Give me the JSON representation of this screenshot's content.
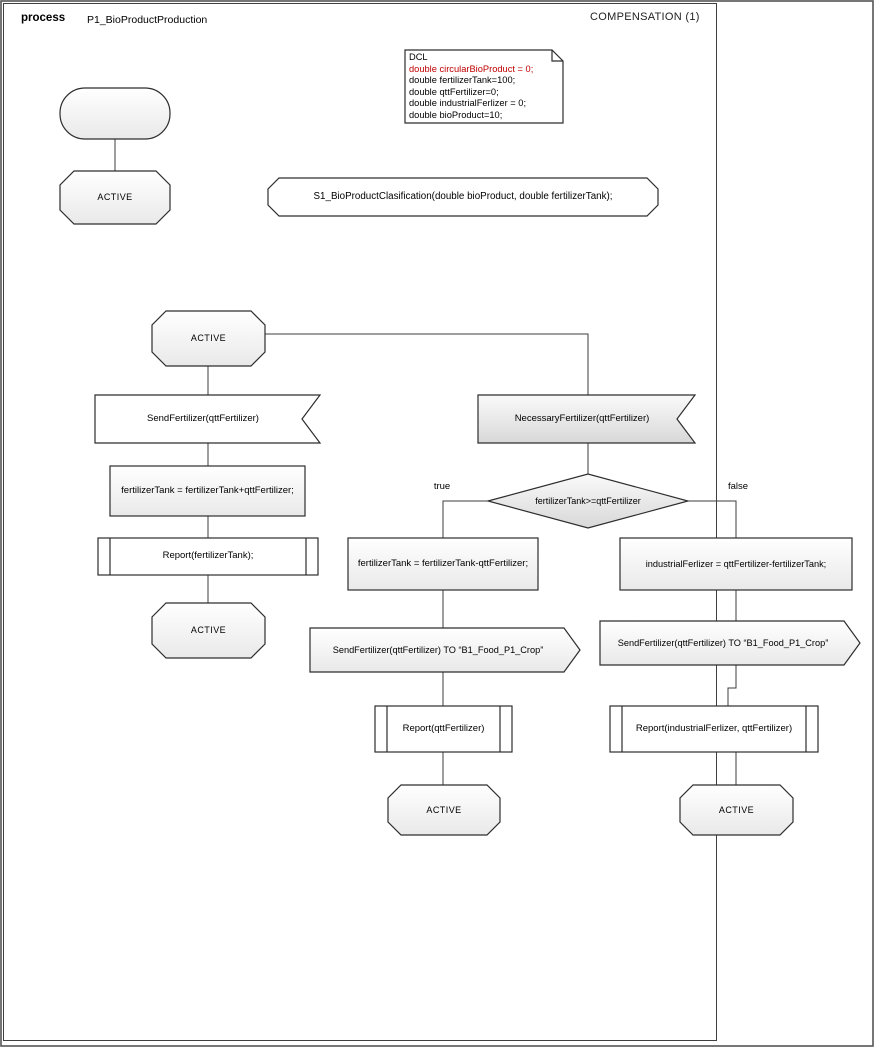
{
  "header": {
    "kind_label": "process",
    "process_name": "P1_BioProductProduction",
    "page_title": "COMPENSATION (1)"
  },
  "dcl": {
    "title": "DCL",
    "lines": [
      "double circularBioProduct = 0;",
      "double fertilizerTank=100;",
      "double qttFertilizer=0;",
      "double industrialFerlizer = 0;",
      "double bioProduct=10;"
    ],
    "highlight_color": "#c00000"
  },
  "labels": {
    "active": "ACTIVE",
    "true": "true",
    "false": "false"
  },
  "nodes": {
    "s1_call": "S1_BioProductClasification(double bioProduct, double  fertilizerTank);",
    "input_send_fertilizer": "SendFertilizer(qttFertilizer)",
    "task_tank_add": "fertilizerTank = fertilizerTank+qttFertilizer;",
    "report_tank": "Report(fertilizerTank);",
    "input_necessary_fertilizer": "NecessaryFertilizer(qttFertilizer)",
    "decision_condition": "fertilizerTank>=qttFertilizer",
    "task_tank_sub": "fertilizerTank = fertilizerTank-qttFertilizer;",
    "output_send_to_crop_true": "SendFertilizer(qttFertilizer) TO “B1_Food_P1_Crop”",
    "report_qtt": "Report(qttFertilizer)",
    "task_industrial": "industrialFerlizer = qttFertilizer-fertilizerTank;",
    "output_send_to_crop_false": "SendFertilizer(qttFertilizer) TO “B1_Food_P1_Crop”",
    "report_industrial": "Report(industrialFerlizer, qttFertilizer)"
  },
  "colors": {
    "shape_stroke": "#2d2d2d",
    "connector": "#3c3c3c",
    "shaded_fill_top": "#fafafa",
    "shaded_fill_bottom": "#d8d8d8",
    "frame": "#404040"
  }
}
